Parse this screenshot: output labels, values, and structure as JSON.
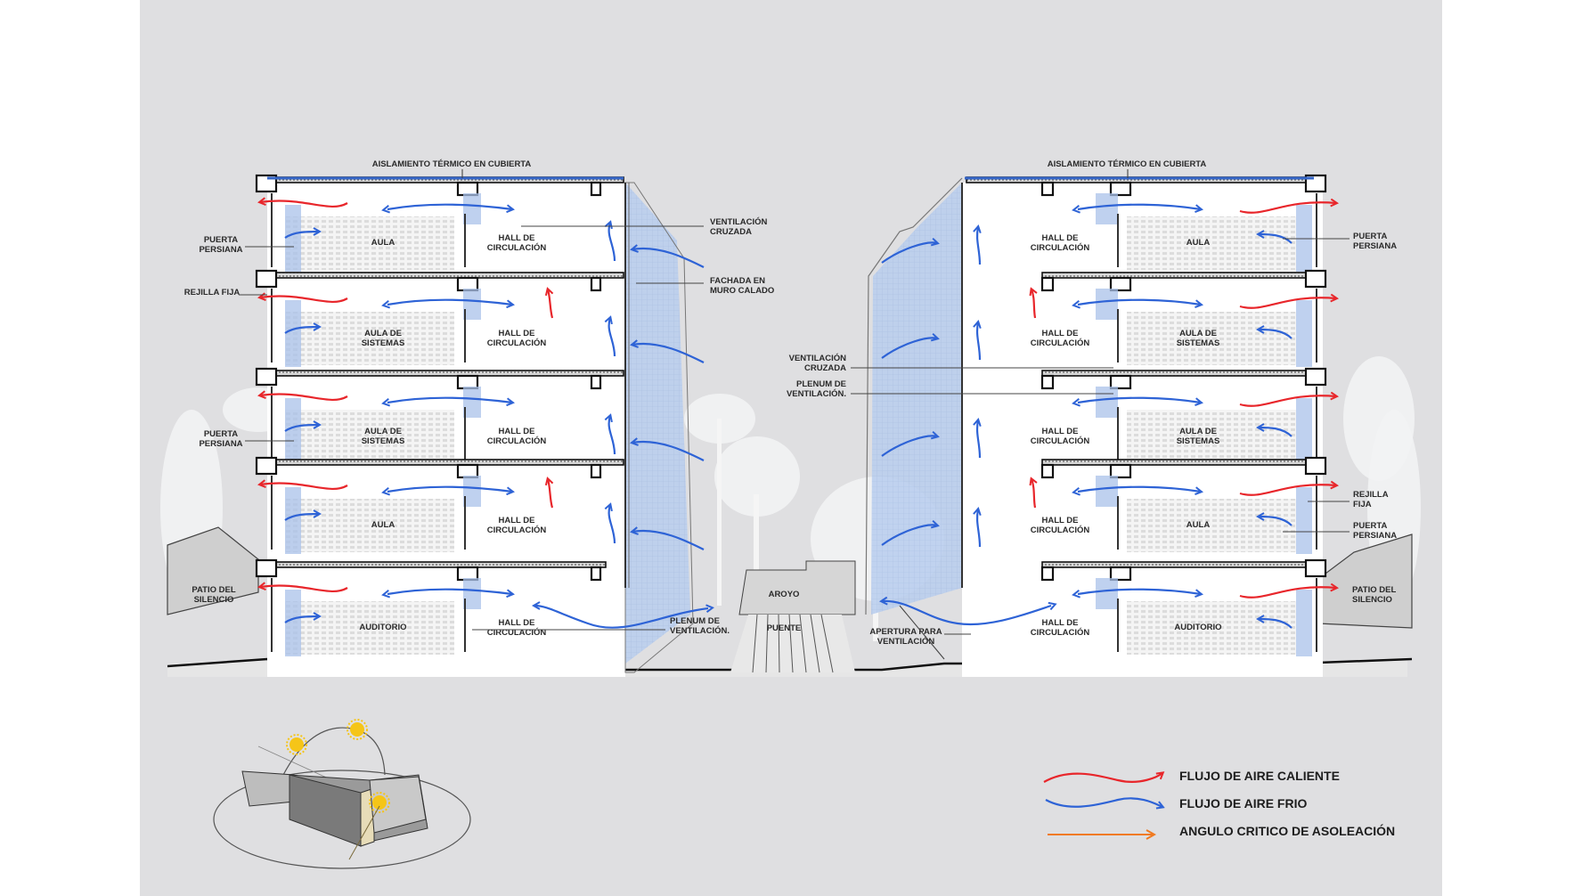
{
  "title": "Ventilation cross-section diagram",
  "colors": {
    "background_panel": "#dfdfe1",
    "hot_air": "#e8262b",
    "cold_air": "#2e63d6",
    "sun_angle": "#f07a20",
    "glass": "#a9c2ea",
    "sun": "#f5c518"
  },
  "left_building": {
    "roof_label": "AISLAMIENTO TÉRMICO EN CUBIERTA",
    "floors": [
      {
        "room": "AULA",
        "hall": [
          "HALL DE",
          "CIRCULACIÓN"
        ]
      },
      {
        "room": [
          "AULA DE",
          "SISTEMAS"
        ],
        "hall": [
          "HALL DE",
          "CIRCULACIÓN"
        ]
      },
      {
        "room": [
          "AULA DE",
          "SISTEMAS"
        ],
        "hall": [
          "HALL DE",
          "CIRCULACIÓN"
        ]
      },
      {
        "room": "AULA",
        "hall": [
          "HALL DE",
          "CIRCULACIÓN"
        ]
      },
      {
        "room": "AUDITORIO",
        "hall": [
          "HALL DE",
          "CIRCULACIÓN"
        ]
      }
    ],
    "callouts": {
      "puerta_persiana_1": [
        "PUERTA",
        "PERSIANA"
      ],
      "rejilla_fija": "REJILLA FIJA",
      "puerta_persiana_2": [
        "PUERTA",
        "PERSIANA"
      ],
      "patio": [
        "PATIO DEL",
        "SILENCIO"
      ],
      "ventilacion_cruzada": [
        "VENTILACIÓN",
        "CRUZADA"
      ],
      "fachada": [
        "FACHADA EN",
        "MURO CALADO"
      ],
      "plenum": [
        "PLENUM DE",
        "VENTILACIÓN."
      ]
    }
  },
  "right_building": {
    "roof_label": "AISLAMIENTO TÉRMICO EN CUBIERTA",
    "floors": [
      {
        "room": "AULA",
        "hall": [
          "HALL DE",
          "CIRCULACIÓN"
        ]
      },
      {
        "room": [
          "AULA DE",
          "SISTEMAS"
        ],
        "hall": [
          "HALL DE",
          "CIRCULACIÓN"
        ]
      },
      {
        "room": [
          "AULA DE",
          "SISTEMAS"
        ],
        "hall": [
          "HALL DE",
          "CIRCULACIÓN"
        ]
      },
      {
        "room": "AULA",
        "hall": [
          "HALL DE",
          "CIRCULACIÓN"
        ]
      },
      {
        "room": "AUDITORIO",
        "hall": [
          "HALL DE",
          "CIRCULACIÓN"
        ]
      }
    ],
    "callouts": {
      "puerta_persiana_1": [
        "PUERTA",
        "PERSIANA"
      ],
      "rejilla_fija": [
        "REJILLA",
        "FIJA"
      ],
      "puerta_persiana_2": [
        "PUERTA",
        "PERSIANA"
      ],
      "patio": [
        "PATIO DEL",
        "SILENCIO"
      ],
      "ventilacion_cruzada": [
        "VENTILACIÓN",
        "CRUZADA"
      ],
      "plenum": [
        "PLENUM DE",
        "VENTILACIÓN."
      ],
      "apertura": [
        "APERTURA PARA",
        "VENTILACIÓN"
      ]
    }
  },
  "center": {
    "aroyo": "AROYO",
    "puente": "PUENTE"
  },
  "legend": [
    {
      "type": "hot",
      "label": "FLUJO DE AIRE CALIENTE"
    },
    {
      "type": "cold",
      "label": "FLUJO DE AIRE FRIO"
    },
    {
      "type": "sun",
      "label": "ANGULO CRITICO DE ASOLEACIÓN"
    }
  ]
}
